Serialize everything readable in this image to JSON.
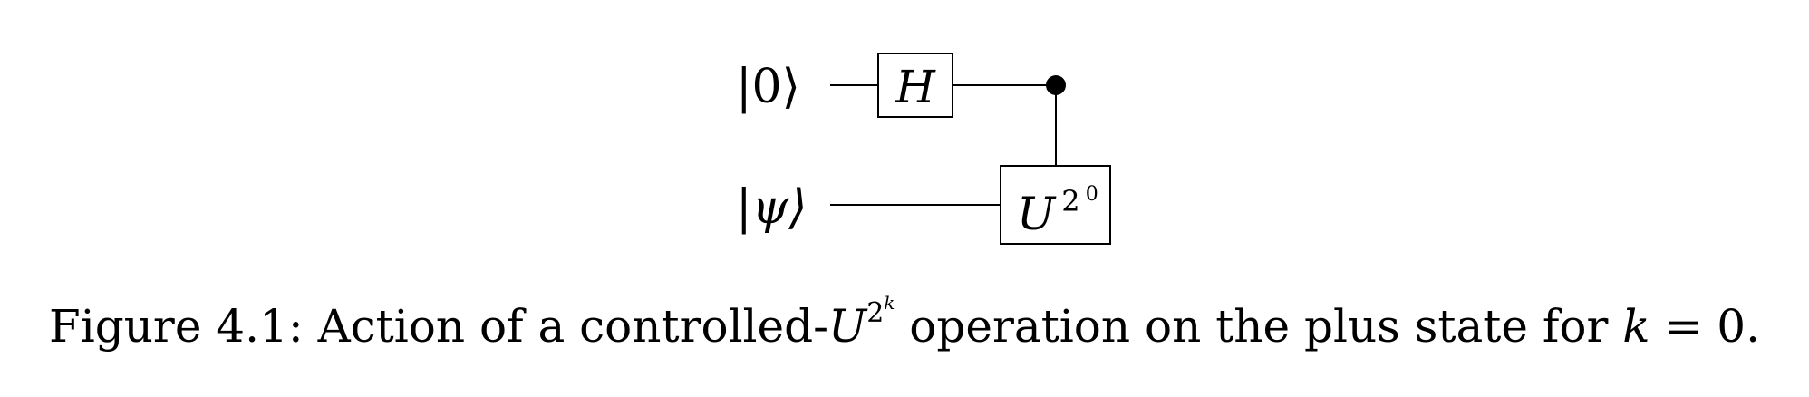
{
  "circuit": {
    "qubits": [
      {
        "state_label": "|0⟩"
      },
      {
        "state_label": "|ψ⟩"
      }
    ],
    "gates": {
      "hadamard": {
        "label": "H"
      },
      "controlled_unitary": {
        "base": "U",
        "exponent_base": "2",
        "exponent_power": "0"
      }
    }
  },
  "caption": {
    "prefix": "Figure 4.1: Action of a controlled-",
    "u_symbol": "U",
    "u_exp_base": "2",
    "u_exp_power": "k",
    "middle": " operation on the plus state for ",
    "k_var": "k",
    "equals": " = 0."
  }
}
